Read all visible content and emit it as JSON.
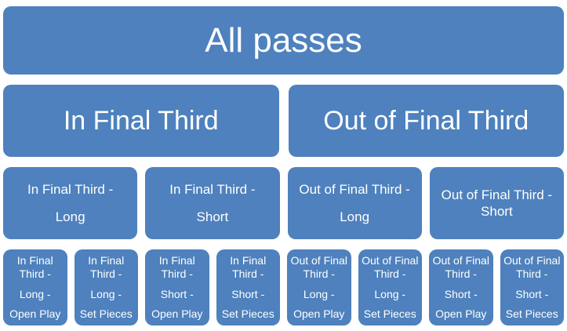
{
  "colors": {
    "node_fill": "#4e81bd",
    "node_text": "#ffffff",
    "background": "#ffffff"
  },
  "levels": [
    {
      "nodes": [
        {
          "id": "all-passes",
          "paragraphs": [
            "All passes"
          ]
        }
      ]
    },
    {
      "nodes": [
        {
          "id": "in-final-third",
          "paragraphs": [
            "In Final Third"
          ]
        },
        {
          "id": "out-of-final-third",
          "paragraphs": [
            "Out of Final Third"
          ]
        }
      ]
    },
    {
      "nodes": [
        {
          "id": "in-final-third-long",
          "paragraphs": [
            "In Final Third -",
            "Long"
          ]
        },
        {
          "id": "in-final-third-short",
          "paragraphs": [
            "In Final Third -",
            "Short"
          ]
        },
        {
          "id": "out-of-final-third-long",
          "paragraphs": [
            "Out of Final Third -",
            "Long"
          ]
        },
        {
          "id": "out-of-final-third-short",
          "paragraphs": [
            "Out of Final Third - Short"
          ]
        }
      ]
    },
    {
      "nodes": [
        {
          "id": "in-final-third-long-open-play",
          "paragraphs": [
            "In Final Third -",
            "Long -",
            "Open Play"
          ]
        },
        {
          "id": "in-final-third-long-set-pieces",
          "paragraphs": [
            "In Final Third -",
            "Long -",
            "Set Pieces"
          ]
        },
        {
          "id": "in-final-third-short-open-play",
          "paragraphs": [
            "In Final Third -",
            "Short -",
            "Open Play"
          ]
        },
        {
          "id": "in-final-third-short-set-pieces",
          "paragraphs": [
            "In Final Third -",
            "Short -",
            "Set Pieces"
          ]
        },
        {
          "id": "out-of-final-third-long-open-play",
          "paragraphs": [
            "Out of Final Third -",
            "Long -",
            "Open Play"
          ]
        },
        {
          "id": "out-of-final-third-long-set-pieces",
          "paragraphs": [
            "Out of Final Third -",
            "Long -",
            "Set Pieces"
          ]
        },
        {
          "id": "out-of-final-third-short-open-play",
          "paragraphs": [
            "Out of Final Third -",
            "Short -",
            "Open Play"
          ]
        },
        {
          "id": "out-of-final-third-short-set-pieces",
          "paragraphs": [
            "Out of Final Third -",
            "Short -",
            "Set Pieces"
          ]
        }
      ]
    }
  ]
}
